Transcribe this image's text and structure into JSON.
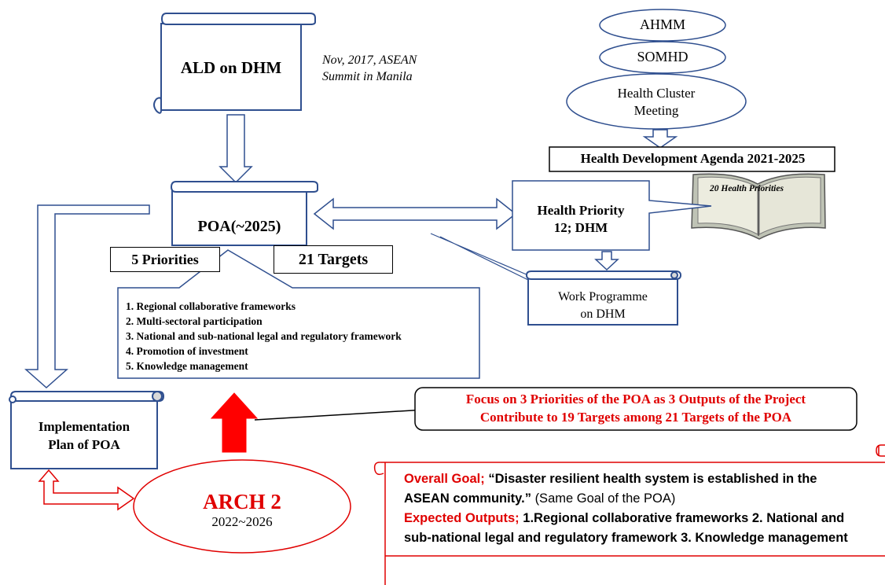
{
  "ald": {
    "label": "ALD on DHM"
  },
  "summit_note": {
    "line1": "Nov, 2017, ASEAN",
    "line2": "Summit in Manila"
  },
  "poa": {
    "label": "POA(~2025)"
  },
  "priorities_box": {
    "label": "5 Priorities"
  },
  "targets_box": {
    "label": "21 Targets"
  },
  "priority_list": [
    "1. Regional collaborative frameworks",
    "2. Multi-sectoral participation",
    "3. National and sub-national legal and regulatory framework",
    "4. Promotion of investment",
    "5. Knowledge management"
  ],
  "ahmm": {
    "label": "AHMM"
  },
  "somhd": {
    "label": "SOMHD"
  },
  "health_cluster": {
    "line1": "Health Cluster",
    "line2": "Meeting"
  },
  "hda": {
    "label": "Health Development Agenda 2021-2025"
  },
  "book": {
    "label": "20 Health Priorities"
  },
  "health_priority": {
    "line1": "Health Priority",
    "line2": "12; DHM"
  },
  "work_programme": {
    "line1": "Work Programme",
    "line2": "on DHM"
  },
  "implementation": {
    "line1": "Implementation",
    "line2": "Plan of POA"
  },
  "arch": {
    "title": "ARCH 2",
    "years": "2022~2026"
  },
  "focus": {
    "line1": "Focus on 3 Priorities of the POA as 3 Outputs of the Project",
    "line2": "Contribute to 19 Targets among 21 Targets of the POA"
  },
  "goal": {
    "overall_label": "Overall Goal;",
    "overall_text": "“Disaster resilient health system is established in the ASEAN community.”",
    "overall_note": "(Same Goal of the POA)",
    "outputs_label": "Expected Outputs;",
    "outputs_text": "1.Regional collaborative frameworks 2. National and sub-national legal and regulatory framework 3. Knowledge management"
  },
  "colors": {
    "outline": "#2f4f8f",
    "red": "#e00000",
    "black": "#000000"
  }
}
